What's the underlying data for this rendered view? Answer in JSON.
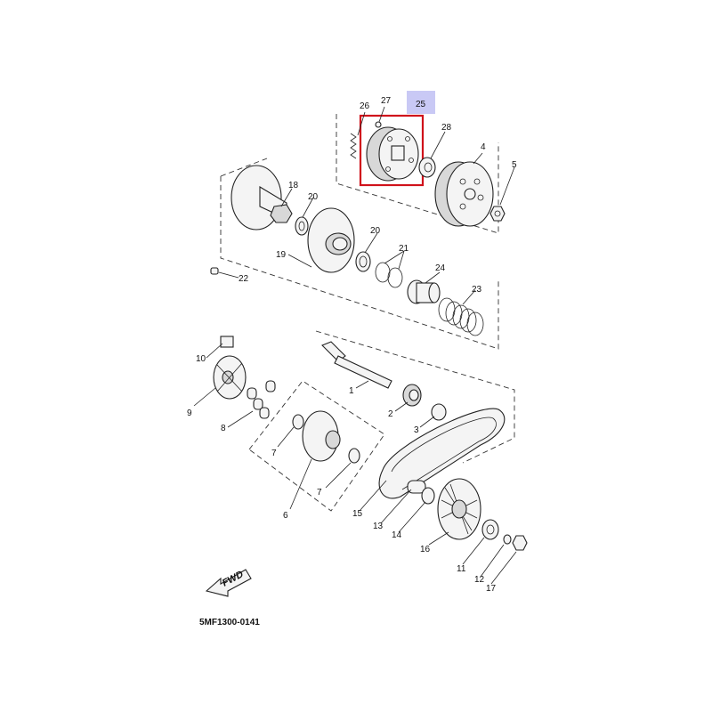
{
  "diagram": {
    "drawing_code": "5MF1300-0141",
    "direction_label": "FWD",
    "highlighted_part": "25",
    "highlight_color": "#d0121b",
    "highlight_tag_color": "#c9c9f5",
    "part_numbers": {
      "p1": "1",
      "p2": "2",
      "p3": "3",
      "p4": "4",
      "p5": "5",
      "p6": "6",
      "p7a": "7",
      "p7b": "7",
      "p8": "8",
      "p9": "9",
      "p10": "10",
      "p11": "11",
      "p12": "12",
      "p13": "13",
      "p14": "14",
      "p15": "15",
      "p16": "16",
      "p17": "17",
      "p18": "18",
      "p19": "19",
      "p20a": "20",
      "p20b": "20",
      "p21": "21",
      "p22": "22",
      "p23": "23",
      "p24": "24",
      "p25": "25",
      "p26": "26",
      "p27": "27",
      "p28": "28"
    }
  }
}
